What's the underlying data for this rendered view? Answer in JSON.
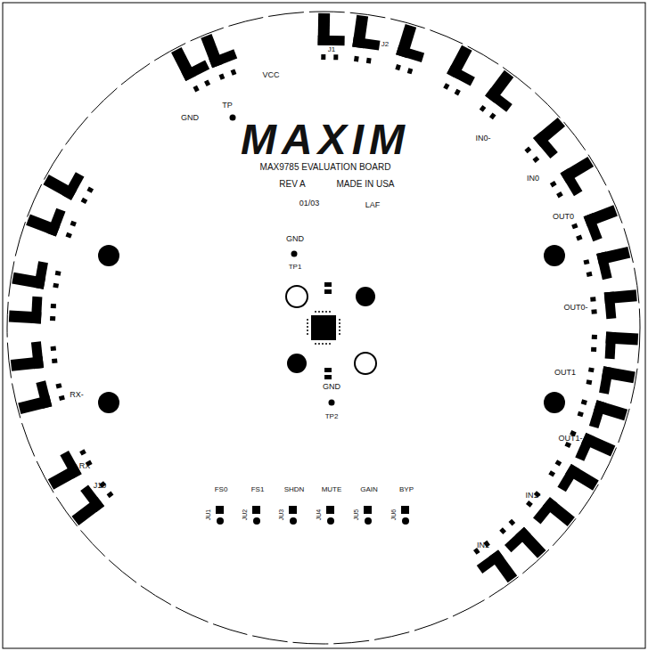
{
  "diagram": {
    "labels": [
      "MAXIM",
      "MAX9785 EVALUATION BOARD",
      "REV A",
      "MADE IN USA",
      "01/03",
      "LAF",
      "GND",
      "TP",
      "VCC",
      "J1",
      "J2",
      "IN0-",
      "IN0",
      "OUT0",
      "OUT0-",
      "OUT1",
      "OUT1-",
      "IN1-",
      "IN1",
      "GND",
      "TP1",
      "GND",
      "TP2",
      "RX-",
      "RX",
      "J10",
      "FS0",
      "FS1",
      "SHDN",
      "MUTE",
      "GAIN",
      "BYP",
      "JU1",
      "JU2",
      "JU3",
      "JU4",
      "JU5",
      "JU6"
    ]
  }
}
